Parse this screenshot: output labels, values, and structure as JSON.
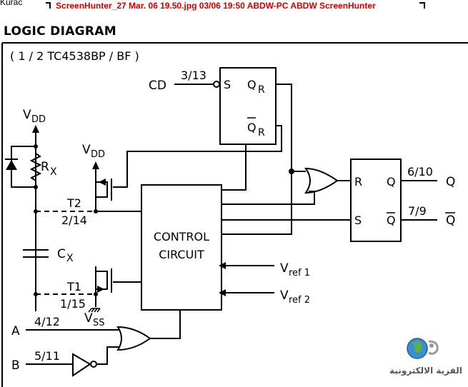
{
  "header": {
    "left_fragment": "Kurac",
    "caption": "ScreenHunter_27 Mar. 06 19.50.jpg  03/06  19:50  ABDW-PC  ABDW  ScreenHunter"
  },
  "title": "LOGIC  DIAGRAM",
  "subtitle": "( 1 / 2  TC4538BP / BF )",
  "pins": {
    "cd": "CD",
    "cd_num": "3/13",
    "a": "A",
    "a_num": "4/12",
    "b": "B",
    "b_num": "5/11",
    "t2": "T2",
    "t2_num": "2/14",
    "t1": "T1",
    "t1_num": "1/15",
    "q_out": "Q",
    "q_num": "6/10",
    "qbar_out": "Q",
    "qbar_num": "7/9"
  },
  "supply": {
    "vdd_main": "V",
    "vdd_main_sub": "DD",
    "vdd_fet": "V",
    "vdd_fet_sub": "DD",
    "vss": "V",
    "vss_sub": "SS"
  },
  "components": {
    "rx": "R",
    "rx_sub": "X",
    "cx": "C",
    "cx_sub": "X"
  },
  "flipflop_top": {
    "s": "S",
    "q": "Q",
    "q_sub": "R",
    "qbar": "Q",
    "qbar_sub": "R"
  },
  "flipflop_right": {
    "r": "R",
    "s": "S",
    "q": "Q",
    "qbar": "Q"
  },
  "control": {
    "line1": "CONTROL",
    "line2": "CIRCUIT"
  },
  "vref1": {
    "v": "V",
    "sub": "ref 1"
  },
  "vref2": {
    "v": "V",
    "sub": "ref 2"
  },
  "watermark": {
    "text": "القرية الالكترونية",
    "icon": "globe-icon"
  }
}
